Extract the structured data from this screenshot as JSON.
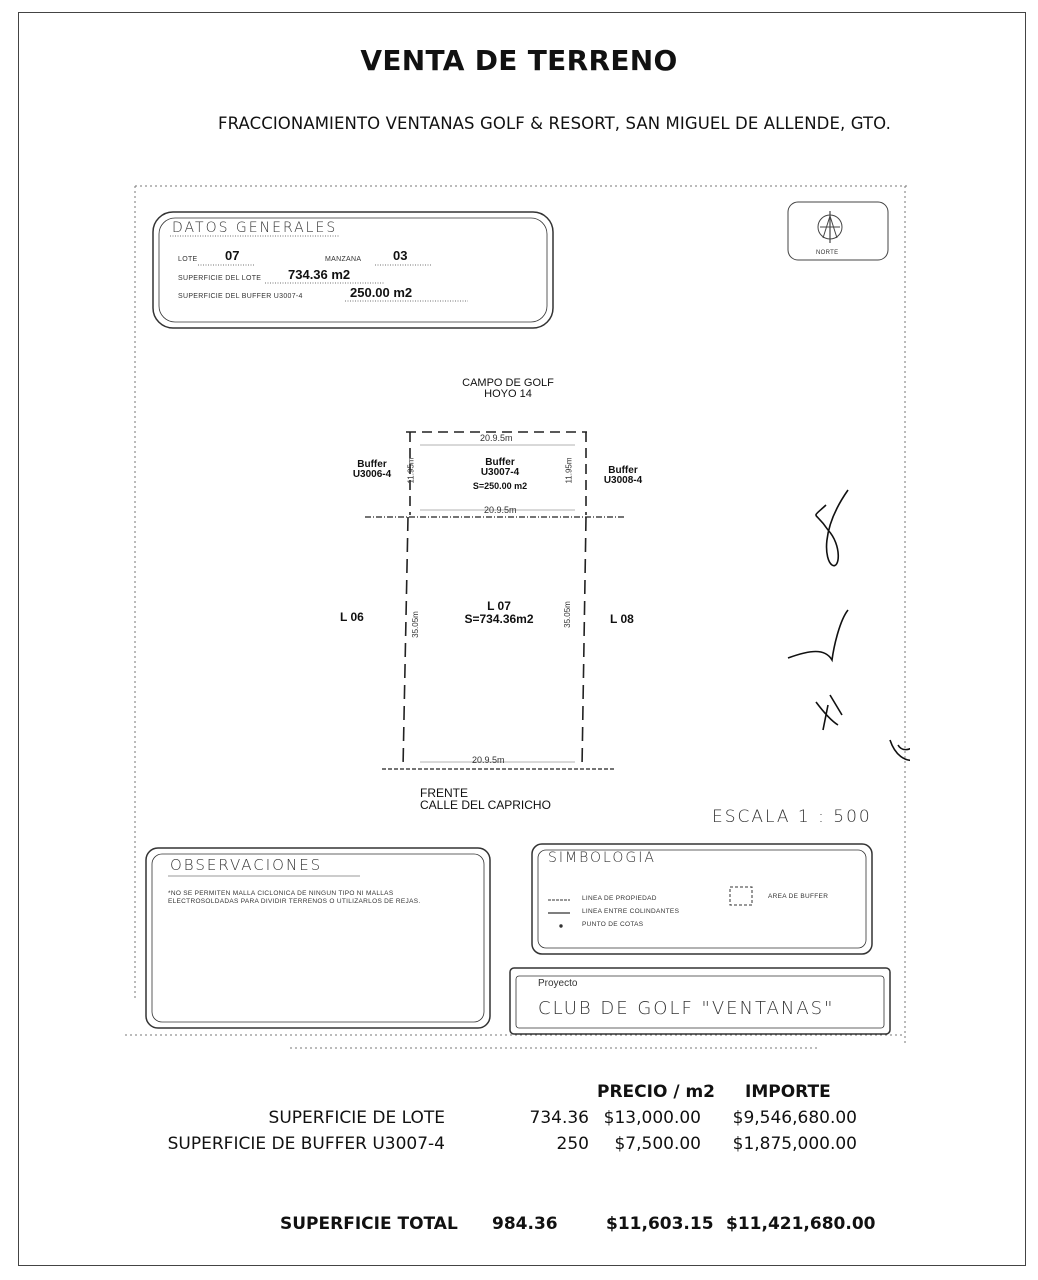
{
  "title": "VENTA DE TERRENO",
  "subtitle": "FRACCIONAMIENTO  VENTANAS  GOLF & RESORT, SAN MIGUEL DE ALLENDE, GTO.",
  "datos": {
    "header": "DATOS GENERALES",
    "lote_label": "LOTE",
    "lote_value": "07",
    "manzana_label": "MANZANA",
    "manzana_value": "03",
    "sup_lote_label": "SUPERFICIE DEL LOTE",
    "sup_lote_value": "734.36 m2",
    "sup_buffer_label": "SUPERFICIE DEL BUFFER U3007-4",
    "sup_buffer_value": "250.00 m2"
  },
  "north": {
    "label": "NORTE"
  },
  "plan": {
    "golf_line1": "CAMPO DE GOLF",
    "golf_line2": "HOYO 14",
    "buffer_left_1": "Buffer",
    "buffer_left_2": "U3006-4",
    "buffer_center_1": "Buffer",
    "buffer_center_2": "U3007-4",
    "buffer_center_3": "S=250.00 m2",
    "buffer_right_1": "Buffer",
    "buffer_right_2": "U3008-4",
    "dim_top": "20.9.5m",
    "dim_mid": "20.9.5m",
    "dim_bottom": "20.9.5m",
    "dim_buffer_left": "11.95m",
    "dim_buffer_right": "11.95m",
    "dim_lot_left": "35.05m",
    "dim_lot_right": "35.05m",
    "lot_left": "L 06",
    "lot_center_1": "L 07",
    "lot_center_2": "S=734.36m2",
    "lot_right": "L 08",
    "frente_1": "FRENTE",
    "frente_2": "CALLE  DEL CAPRICHO",
    "escala": "ESCALA  1  :  500"
  },
  "observaciones": {
    "header": "OBSERVACIONES",
    "text": "*NO SE PERMITEN MALLA CICLONICA DE NINGUN TIPO NI MALLAS ELECTROSOLDADAS PARA DIVIDIR TERRENOS O UTILIZARLOS DE REJAS."
  },
  "simbologia": {
    "header": "SIMBOLOGIA",
    "items": [
      "LINEA DE PROPIEDAD",
      "LINEA ENTRE COLINDANTES",
      "PUNTO DE COTAS"
    ],
    "buffer_label": "AREA DE BUFFER"
  },
  "proyecto": {
    "label": "Proyecto",
    "name": "CLUB DE GOLF \"VENTANAS\""
  },
  "table": {
    "header_precio": "PRECIO / m2",
    "header_importe": "IMPORTE",
    "rows": [
      {
        "label": "SUPERFICIE DE LOTE",
        "area": "734.36",
        "precio": "$13,000.00",
        "importe": "$9,546,680.00"
      },
      {
        "label": "SUPERFICIE DE BUFFER U3007-4",
        "area": "250",
        "precio": "$7,500.00",
        "importe": "$1,875,000.00"
      }
    ],
    "total": {
      "label": "SUPERFICIE TOTAL",
      "area": "984.36",
      "precio": "$11,603.15",
      "importe": "$11,421,680.00"
    }
  }
}
